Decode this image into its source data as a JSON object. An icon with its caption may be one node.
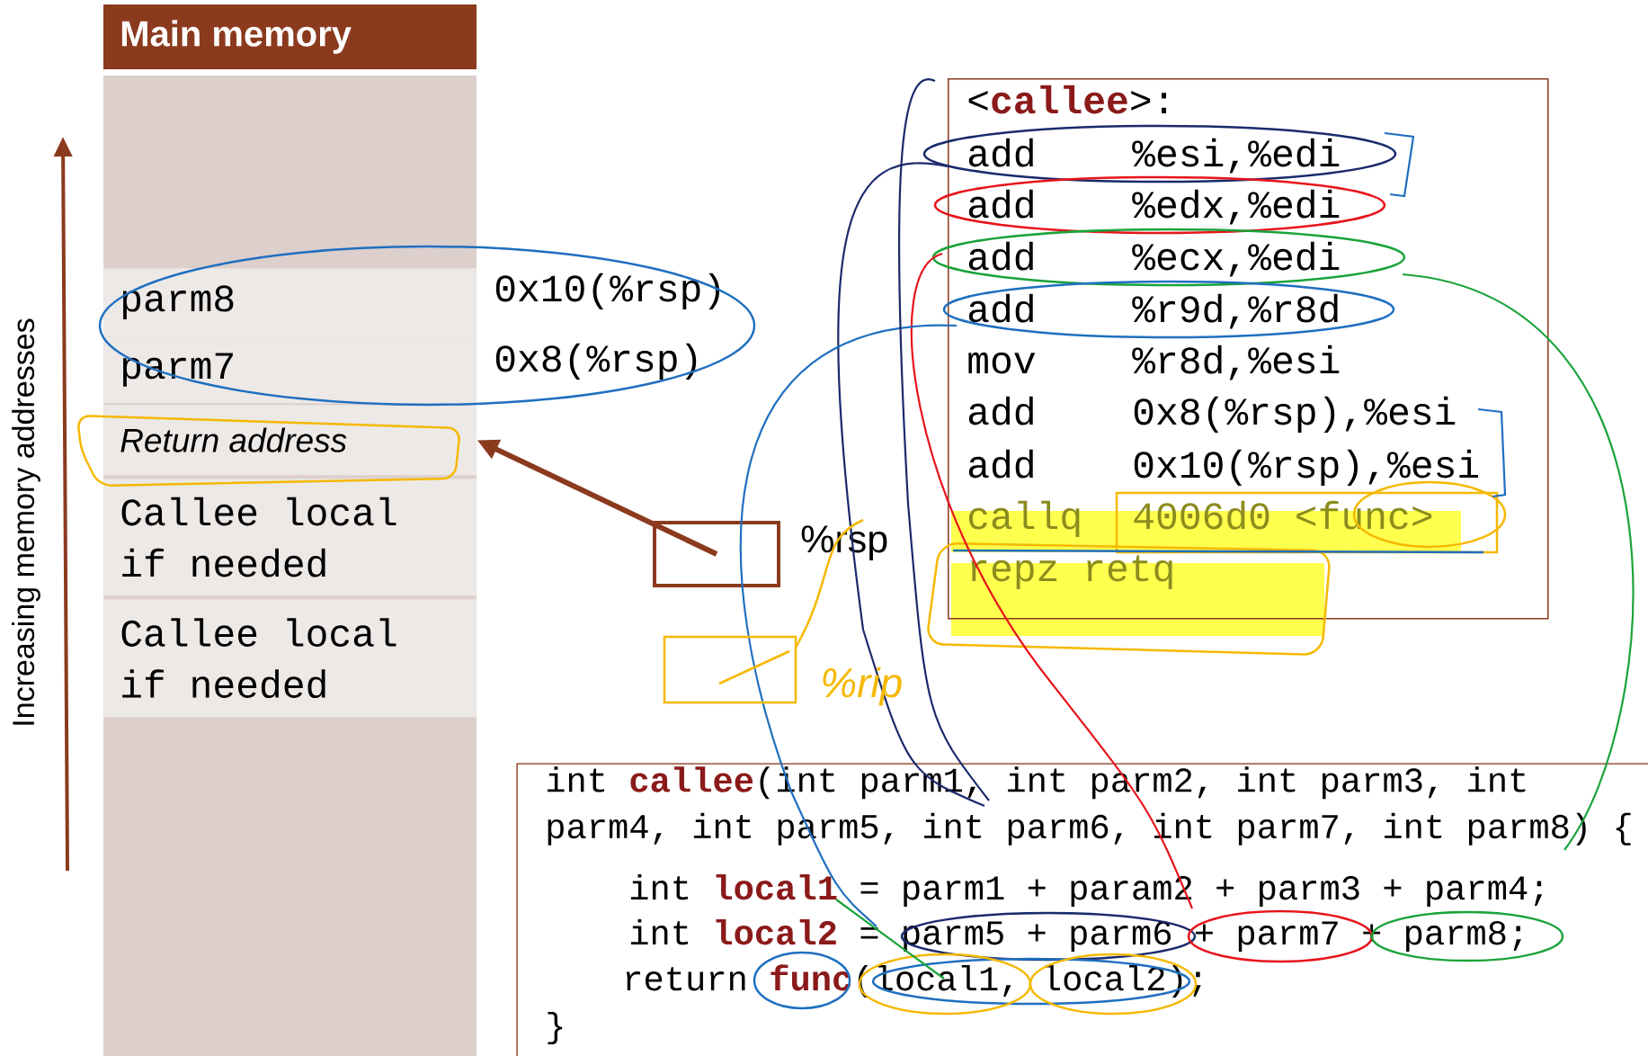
{
  "diagram": {
    "nodes": [
      {
        "text": [
          "Main memory"
        ]
      },
      {
        "text": [
          "parm8"
        ],
        "beside": [
          "0x10(%rsp)"
        ]
      },
      {
        "text": [
          "parm7"
        ],
        "beside": [
          "0x8(%rsp)"
        ]
      },
      {
        "text": [
          "Return address"
        ]
      },
      {
        "text": [
          "Callee local if needed"
        ]
      },
      {
        "text": [
          "Callee local if needed"
        ]
      },
      {
        "text": [],
        "shape": "box",
        "beside": [
          "%rsp"
        ]
      },
      {
        "text": [
          "<**callee**>:",
          "add",
          "%esi,%edi",
          "add",
          "%edx,%edi",
          "add",
          "%ecx,%edi",
          "add",
          "%r9d,%r8d",
          "mov",
          "%r8d,%esi",
          "add",
          "0x8(%rsp),%esi",
          "add",
          "0x10(%rsp),%esi",
          "callq",
          "4006d0 <func>",
          "repz retq"
        ]
      },
      {
        "text": [
          "int **callee**(int parm1, int parm2, int parm3, int parm4, int parm5, int parm6, int parm7, int parm8) {",
          "int **local1** = parm1 + param2 + parm3 + parm4;",
          "int **local2** = parm5 + parm6 + parm7 + parm8;",
          "return **func**(local1, local2);",
          "}"
        ]
      }
    ],
    "edges": [
      {
        "from": 6,
        "to": 3,
        "arrow": "to"
      }
    ],
    "labels": [
      "Increasing memory addresses",
      "%rip"
    ]
  }
}
